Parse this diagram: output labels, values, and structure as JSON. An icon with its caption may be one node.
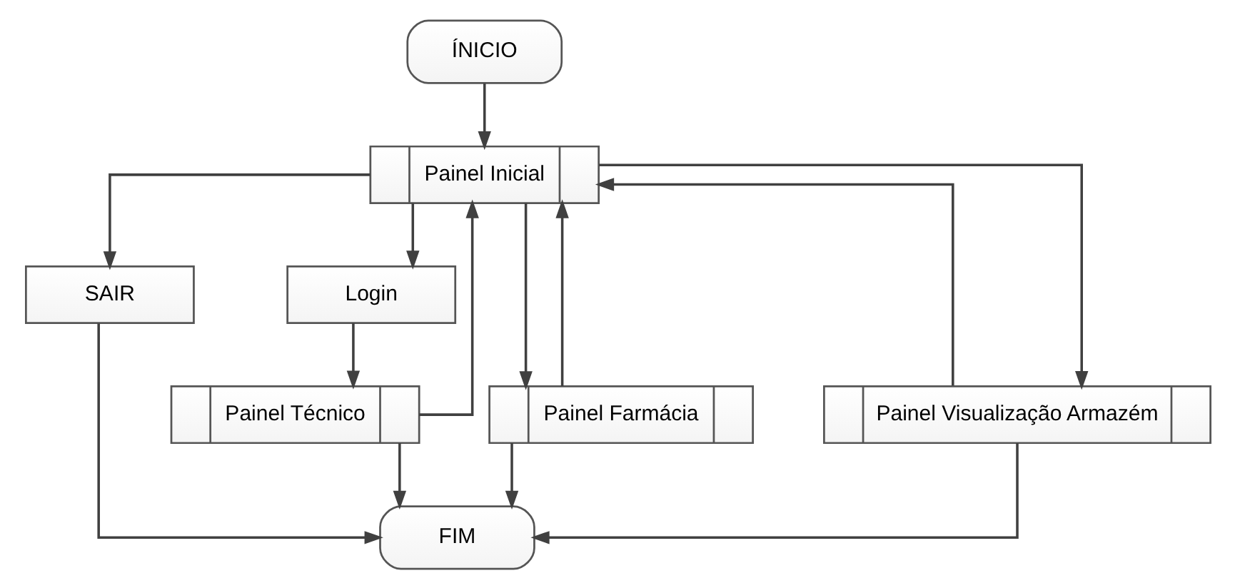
{
  "diagram": {
    "nodes": [
      {
        "text": [
          "ÍNICIO"
        ]
      },
      {
        "text": [
          "Painel Inicial"
        ]
      },
      {
        "text": [
          "SAIR"
        ]
      },
      {
        "text": [
          "Login"
        ]
      },
      {
        "text": [
          "Painel Farmácia"
        ]
      },
      {
        "text": [
          "Painel Técnico"
        ]
      },
      {
        "text": [
          "Painel Visualização Armazém"
        ]
      },
      {
        "text": [
          "FIM"
        ]
      }
    ],
    "edges": [
      {
        "from": 0,
        "to": 1,
        "arrow": "to"
      },
      {
        "from": 1,
        "to": 2,
        "arrow": "to"
      },
      {
        "from": 1,
        "to": 4,
        "arrow": "to"
      },
      {
        "from": 1,
        "to": 3,
        "arrow": "to"
      },
      {
        "from": 1,
        "to": 6,
        "arrow": "to"
      },
      {
        "from": 3,
        "to": 5,
        "arrow": "to"
      },
      {
        "from": 2,
        "to": 7,
        "arrow": "to"
      },
      {
        "from": 4,
        "to": 7,
        "arrow": "to"
      },
      {
        "from": 5,
        "to": 7,
        "arrow": "to"
      },
      {
        "from": 6,
        "to": 7,
        "arrow": "to"
      },
      {
        "from": 4,
        "to": 1,
        "arrow": "to"
      },
      {
        "from": 5,
        "to": 1,
        "arrow": "to"
      },
      {
        "from": 6,
        "to": 1,
        "arrow": "to"
      }
    ]
  }
}
